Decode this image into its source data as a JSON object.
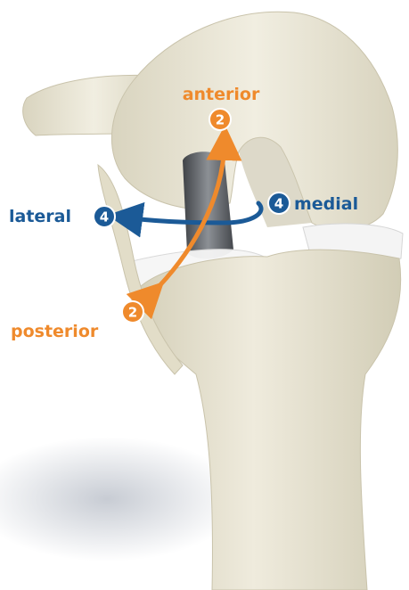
{
  "colors": {
    "translation_orange": "#ef8a2c",
    "rotation_blue": "#1b5a97",
    "bone": "#ece8d8",
    "metal": "#6a6d72"
  },
  "labels": {
    "anterior": "anterior",
    "posterior": "posterior",
    "lateral": "lateral",
    "medial": "medial"
  },
  "badges": {
    "anterior": "2",
    "posterior": "2",
    "lateral": "4",
    "medial": "4"
  },
  "icons": {
    "translation_arrow": "double-headed-curved-arrow",
    "rotation_arrow": "rotation-arrow"
  }
}
